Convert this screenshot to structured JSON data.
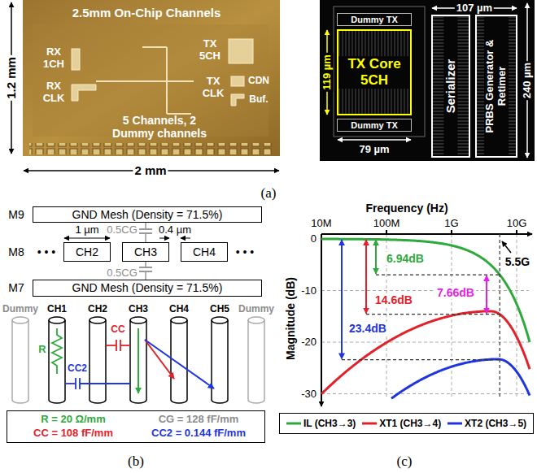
{
  "diagram": {
    "nodes": [
      {
        "text": [
          "Dummy TX"
        ]
      },
      {
        "text": [
          "TX Core 5CH"
        ]
      },
      {
        "text": [
          "Dummy TX"
        ]
      },
      {
        "text": [
          "Serializer"
        ]
      },
      {
        "text": [
          "PRBS Generator & Retimer"
        ]
      },
      {
        "text": [
          "GND Mesh (Density = 71.5%)"
        ]
      },
      {
        "text": [
          "CH2"
        ]
      },
      {
        "text": [
          "CH3"
        ]
      },
      {
        "text": [
          "CH4"
        ]
      },
      {
        "text": [
          "GND Mesh (Density = 71.5%)"
        ]
      },
      {
        "text": [
          "R = 20 Ω/mm",
          "CG = 128 fF/mm",
          "CC = 108 fF/mm",
          "CC2 = 0.144 fF/mm"
        ]
      }
    ],
    "labels": [
      "2.5mm On-Chip Channels",
      "RX 1CH",
      "RX CLK",
      "TX 5CH",
      "TX CLK",
      "CDN",
      "Buf.",
      "5 Channels, 2 Dummy channels",
      "1.2 mm",
      "2 mm",
      "107 µm",
      "119 µm",
      "240 µm",
      "79 µm",
      "(a)",
      "M9",
      "M8",
      "M7",
      "0.5CG",
      "0.5CG",
      "1 µm",
      "0.4 µm",
      "• • •",
      "• • •",
      "Dummy",
      "CH1",
      "CH2",
      "CH3",
      "CH4",
      "CH5",
      "Dummy",
      "R",
      "CC",
      "CC2",
      "(b)",
      "Frequency (Hz)",
      "10M",
      "100M",
      "1G",
      "10G",
      "Magnitude (dB)",
      "0",
      "-10",
      "-20",
      "-30",
      "6.94dB",
      "7.66dB",
      "14.6dB",
      "23.4dB",
      "5.5G",
      "(c)"
    ],
    "legend": [
      {
        "text": "IL (CH3→3)"
      },
      {
        "text": "XT1 (CH3→4)"
      },
      {
        "text": "XT2 (CH3→5)"
      }
    ]
  }
}
